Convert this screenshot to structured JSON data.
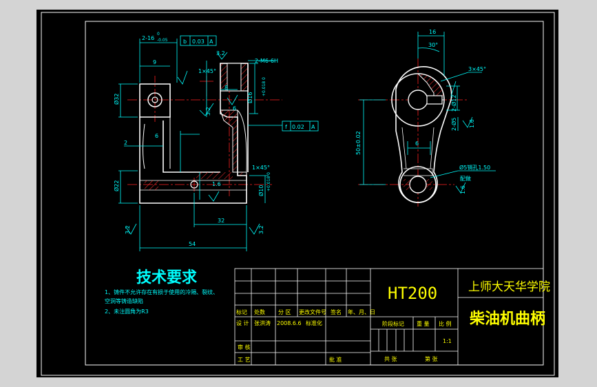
{
  "colors": {
    "background": "#d4d4d4",
    "canvas": "#000000",
    "frame": "#ffffff",
    "part_outline": "#ffffff",
    "dimension": "#00ffff",
    "centerline": "#ff2020",
    "hatch": "#ff3030",
    "text_yellow": "#ffff00",
    "title_red": "#ff2020"
  },
  "front_view": {
    "dims": {
      "top_width": "2-16",
      "top_tol_upper": "0",
      "top_tol_lower": "-0.05",
      "parallel_box_value": "0.03",
      "parallel_box_datum": "A",
      "rough_top": "3.2",
      "thread": "2-M6-6H",
      "chamfer_top": "1×45°",
      "height_left": "Ø32",
      "ref_9": "9",
      "ref_8": "8",
      "small_6": "6",
      "bore_dia": "Ø16",
      "bore_tol": "+0.018 0",
      "rough_mid": "3.2",
      "dim_6_left": "6",
      "dim_2_left": "2",
      "flatness_value": "0.02",
      "flatness_datum": "A",
      "chamfer_bottom": "1×45°",
      "height_bottom": "Ø22",
      "bottom_dia": "Ø10",
      "bottom_tol": "+0.018 0",
      "rough_16": "1.6",
      "base_dim": "32",
      "overall_width": "54",
      "rough_left": "3.2",
      "rough_right": "3.2"
    }
  },
  "side_view": {
    "dims": {
      "top_16": "16",
      "angle_30": "30°",
      "chamfer": "3×45°",
      "bore": "2-Ø12",
      "slot": "2-Ø5",
      "rough_16": "1.6",
      "width_6": "6",
      "center_dist": "50±0.02",
      "pin_hole": "Ø5销孔1.50",
      "fit_note": "配做",
      "rough_bottom": "1.6"
    }
  },
  "tech_requirements": {
    "title": "技术要求",
    "line1": "1、铸件不允许存在有损于使用的冷隔、裂纹、",
    "line2": "空洞等铸造缺陷",
    "line3": "2、未注圆角为R3"
  },
  "title_block": {
    "material": "HT200",
    "school": "上师大天华学院",
    "part_name": "柴油机曲柄",
    "labels": {
      "mark": "标记",
      "count": "处数",
      "zone": "分 区",
      "change_doc": "更改文件号",
      "signature": "签名",
      "date": "年、月、日",
      "design": "设 计",
      "designer": "张洪涛",
      "design_date": "2008.6.6",
      "standardization": "标准化",
      "stage_mark": "阶段标记",
      "weight": "重 量",
      "scale": "比 例",
      "scale_value": "1:1",
      "review": "审 核",
      "process": "工 艺",
      "approve": "批 准",
      "sheets_total": "共 张",
      "sheet_no": "第 张"
    }
  }
}
